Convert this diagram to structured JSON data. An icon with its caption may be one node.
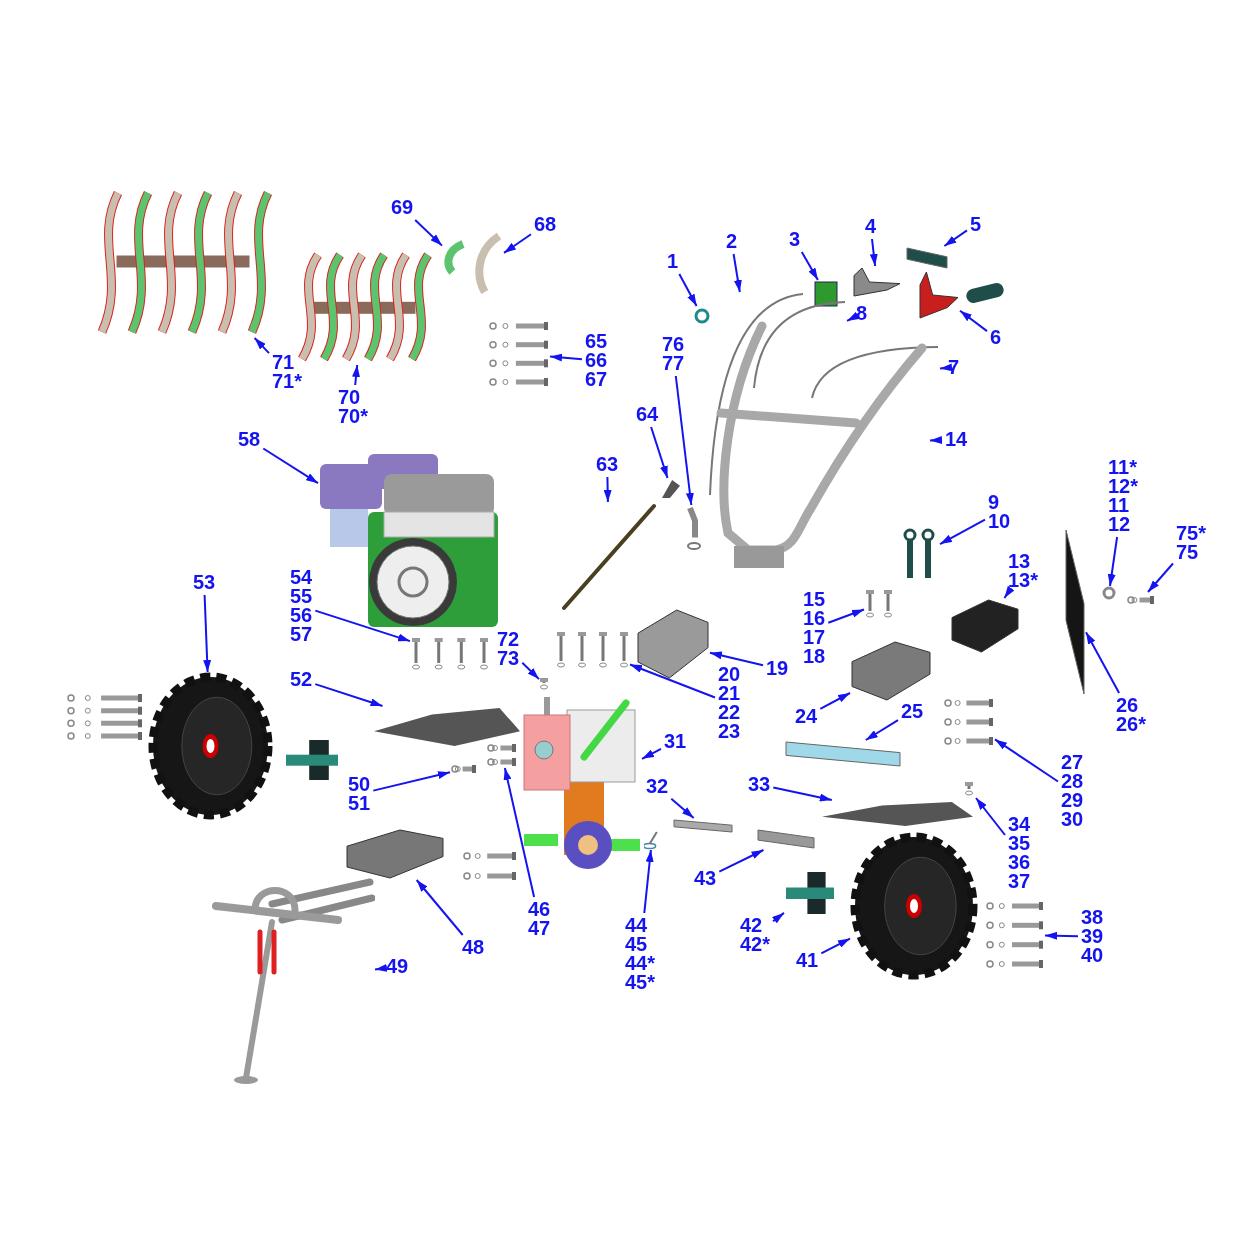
{
  "diagram": {
    "nodes": [
      {
        "text": [
          "1"
        ]
      },
      {
        "text": [],
        "shape": "circle"
      },
      {
        "text": [
          "2"
        ]
      },
      {
        "text": [],
        "shape": "picture"
      },
      {
        "text": [
          "3"
        ]
      },
      {
        "text": [],
        "shape": "box"
      },
      {
        "text": [
          "4"
        ]
      },
      {
        "text": [],
        "shape": "picture"
      },
      {
        "text": [
          "5"
        ]
      },
      {
        "text": [],
        "shape": "bar"
      },
      {
        "text": [
          "6"
        ]
      },
      {
        "text": [],
        "shape": "picture"
      },
      {
        "text": [
          "7"
        ]
      },
      {
        "text": [],
        "shape": "picture"
      },
      {
        "text": [
          "8"
        ]
      },
      {
        "text": [],
        "shape": "picture"
      },
      {
        "text": [
          "76",
          "77"
        ]
      },
      {
        "text": [],
        "shape": "picture"
      },
      {
        "text": [
          "64"
        ]
      },
      {
        "text": [],
        "shape": "picture"
      },
      {
        "text": [
          "63"
        ]
      },
      {
        "text": [],
        "shape": "picture"
      },
      {
        "text": [
          "58"
        ]
      },
      {
        "text": [],
        "shape": "picture"
      },
      {
        "text": [
          "54",
          "55",
          "56",
          "57"
        ]
      },
      {
        "text": [],
        "shape": "picture"
      },
      {
        "text": [
          "53"
        ]
      },
      {
        "text": [],
        "shape": "picture"
      },
      {
        "text": [
          "52"
        ]
      },
      {
        "text": [],
        "shape": "picture"
      },
      {
        "text": [
          "72",
          "73"
        ]
      },
      {
        "text": [],
        "shape": "picture"
      },
      {
        "text": [
          "50",
          "51"
        ]
      },
      {
        "text": [],
        "shape": "picture"
      },
      {
        "text": [
          "46",
          "47"
        ]
      },
      {
        "text": [],
        "shape": "picture"
      },
      {
        "text": [
          "31"
        ]
      },
      {
        "text": [],
        "shape": "picture"
      },
      {
        "text": [
          "20",
          "21",
          "22",
          "23"
        ]
      },
      {
        "text": [],
        "shape": "picture"
      },
      {
        "text": [
          "19"
        ]
      },
      {
        "text": [],
        "shape": "picture"
      },
      {
        "text": [
          "24"
        ]
      },
      {
        "text": [],
        "shape": "picture"
      },
      {
        "text": [
          "25"
        ]
      },
      {
        "text": [],
        "shape": "bar"
      },
      {
        "text": [
          "15",
          "16",
          "17",
          "18"
        ]
      },
      {
        "text": [],
        "shape": "picture"
      },
      {
        "text": [
          "9",
          "10"
        ]
      },
      {
        "text": [],
        "shape": "picture"
      },
      {
        "text": [
          "13",
          "13*"
        ]
      },
      {
        "text": [],
        "shape": "picture"
      },
      {
        "text": [
          "14"
        ]
      },
      {
        "text": [],
        "shape": "picture"
      },
      {
        "text": [
          "11*",
          "12*",
          "11",
          "12"
        ]
      },
      {
        "text": [],
        "shape": "circle"
      },
      {
        "text": [
          "75*",
          "75"
        ]
      },
      {
        "text": [],
        "shape": "picture"
      },
      {
        "text": [
          "26",
          "26*"
        ]
      },
      {
        "text": [],
        "shape": "bar"
      },
      {
        "text": [
          "27",
          "28",
          "29",
          "30"
        ]
      },
      {
        "text": [],
        "shape": "picture"
      },
      {
        "text": [
          "34",
          "35",
          "36",
          "37"
        ]
      },
      {
        "text": [],
        "shape": "picture"
      },
      {
        "text": [
          "33"
        ]
      },
      {
        "text": [],
        "shape": "picture"
      },
      {
        "text": [
          "32"
        ]
      },
      {
        "text": [],
        "shape": "bar"
      },
      {
        "text": [
          "43"
        ]
      },
      {
        "text": [],
        "shape": "bar"
      },
      {
        "text": [
          "42",
          "42*"
        ]
      },
      {
        "text": [],
        "shape": "picture"
      },
      {
        "text": [
          "41"
        ]
      },
      {
        "text": [],
        "shape": "picture"
      },
      {
        "text": [
          "38",
          "39",
          "40"
        ]
      },
      {
        "text": [],
        "shape": "picture"
      },
      {
        "text": [
          "44",
          "45",
          "44*",
          "45*"
        ]
      },
      {
        "text": [],
        "shape": "picture"
      },
      {
        "text": [
          "48"
        ]
      },
      {
        "text": [],
        "shape": "picture"
      },
      {
        "text": [
          "49"
        ]
      },
      {
        "text": [],
        "shape": "picture"
      },
      {
        "text": [
          "65",
          "66",
          "67"
        ]
      },
      {
        "text": [],
        "shape": "picture"
      },
      {
        "text": [
          "68"
        ]
      },
      {
        "text": [],
        "shape": "picture"
      },
      {
        "text": [
          "69"
        ]
      },
      {
        "text": [],
        "shape": "picture"
      },
      {
        "text": [
          "70",
          "70*"
        ]
      },
      {
        "text": [],
        "shape": "picture"
      },
      {
        "text": [
          "71",
          "71*"
        ]
      },
      {
        "text": [],
        "shape": "picture"
      }
    ],
    "edges": [
      {
        "from": 0,
        "to": 1,
        "arrow": "to"
      },
      {
        "from": 2,
        "to": 3,
        "arrow": "to"
      },
      {
        "from": 4,
        "to": 5,
        "arrow": "to"
      },
      {
        "from": 6,
        "to": 7,
        "arrow": "to"
      },
      {
        "from": 8,
        "to": 9,
        "arrow": "to"
      },
      {
        "from": 10,
        "to": 11,
        "arrow": "to"
      },
      {
        "from": 12,
        "to": 13,
        "arrow": "to"
      },
      {
        "from": 14,
        "to": 15,
        "arrow": "to"
      },
      {
        "from": 16,
        "to": 17,
        "arrow": "to"
      },
      {
        "from": 18,
        "to": 19,
        "arrow": "to"
      },
      {
        "from": 20,
        "to": 21,
        "arrow": "to"
      },
      {
        "from": 22,
        "to": 23,
        "arrow": "to"
      },
      {
        "from": 24,
        "to": 25,
        "arrow": "to"
      },
      {
        "from": 26,
        "to": 27,
        "arrow": "to"
      },
      {
        "from": 28,
        "to": 29,
        "arrow": "to"
      },
      {
        "from": 30,
        "to": 31,
        "arrow": "to"
      },
      {
        "from": 32,
        "to": 33,
        "arrow": "to"
      },
      {
        "from": 34,
        "to": 35,
        "arrow": "to"
      },
      {
        "from": 36,
        "to": 37,
        "arrow": "to"
      },
      {
        "from": 38,
        "to": 39,
        "arrow": "to"
      },
      {
        "from": 40,
        "to": 41,
        "arrow": "to"
      },
      {
        "from": 42,
        "to": 43,
        "arrow": "to"
      },
      {
        "from": 44,
        "to": 45,
        "arrow": "to"
      },
      {
        "from": 46,
        "to": 47,
        "arrow": "to"
      },
      {
        "from": 48,
        "to": 49,
        "arrow": "to"
      },
      {
        "from": 50,
        "to": 51,
        "arrow": "to"
      },
      {
        "from": 52,
        "to": 53,
        "arrow": "to"
      },
      {
        "from": 54,
        "to": 55,
        "arrow": "to"
      },
      {
        "from": 56,
        "to": 57,
        "arrow": "to"
      },
      {
        "from": 58,
        "to": 59,
        "arrow": "to"
      },
      {
        "from": 60,
        "to": 61,
        "arrow": "to"
      },
      {
        "from": 62,
        "to": 63,
        "arrow": "to"
      },
      {
        "from": 64,
        "to": 65,
        "arrow": "to"
      },
      {
        "from": 66,
        "to": 67,
        "arrow": "to"
      },
      {
        "from": 68,
        "to": 69,
        "arrow": "to"
      },
      {
        "from": 70,
        "to": 71,
        "arrow": "to"
      },
      {
        "from": 72,
        "to": 73,
        "arrow": "to"
      },
      {
        "from": 74,
        "to": 75,
        "arrow": "to"
      },
      {
        "from": 76,
        "to": 77,
        "arrow": "to"
      },
      {
        "from": 78,
        "to": 79,
        "arrow": "to"
      },
      {
        "from": 80,
        "to": 81,
        "arrow": "to"
      },
      {
        "from": 82,
        "to": 83,
        "arrow": "to"
      },
      {
        "from": 84,
        "to": 85,
        "arrow": "to"
      },
      {
        "from": 86,
        "to": 87,
        "arrow": "to"
      },
      {
        "from": 88,
        "to": 89,
        "arrow": "to"
      },
      {
        "from": 90,
        "to": 91,
        "arrow": "to"
      }
    ]
  }
}
